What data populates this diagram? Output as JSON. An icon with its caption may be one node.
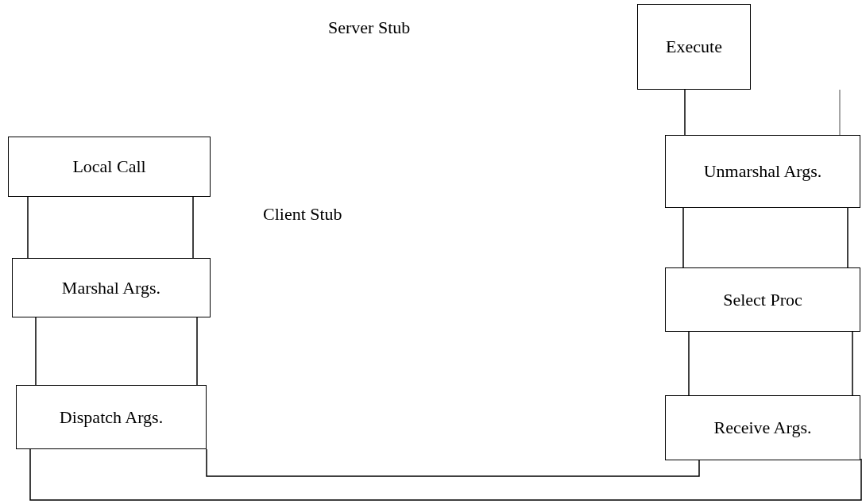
{
  "diagram": {
    "nodes": [
      {
        "text": [
          "Execute"
        ]
      },
      {
        "text": [
          "Local Call"
        ]
      },
      {
        "text": [
          "Unmarshal Args."
        ]
      },
      {
        "text": [
          "Marshal Args."
        ]
      },
      {
        "text": [
          "Select Proc"
        ]
      },
      {
        "text": [
          "Dispatch Args."
        ]
      },
      {
        "text": [
          "Receive Args."
        ]
      }
    ],
    "edges": [
      {
        "from": 0,
        "to": 2,
        "arrow": "none"
      },
      {
        "from": null,
        "to": 2,
        "arrow": "none",
        "color": "#888888"
      },
      {
        "from": 1,
        "to": 3,
        "arrow": "none"
      },
      {
        "from": 1,
        "to": 3,
        "arrow": "none"
      },
      {
        "from": 2,
        "to": 4,
        "arrow": "none"
      },
      {
        "from": 2,
        "to": 4,
        "arrow": "none"
      },
      {
        "from": 3,
        "to": 5,
        "arrow": "none"
      },
      {
        "from": 3,
        "to": 5,
        "arrow": "none"
      },
      {
        "from": 4,
        "to": 6,
        "arrow": "none"
      },
      {
        "from": 4,
        "to": 6,
        "arrow": "none"
      },
      {
        "from": 5,
        "to": 6,
        "arrow": "none"
      },
      {
        "from": 5,
        "to": 6,
        "arrow": "none"
      }
    ],
    "labels": [
      "Server Stub",
      "Client Stub"
    ]
  }
}
